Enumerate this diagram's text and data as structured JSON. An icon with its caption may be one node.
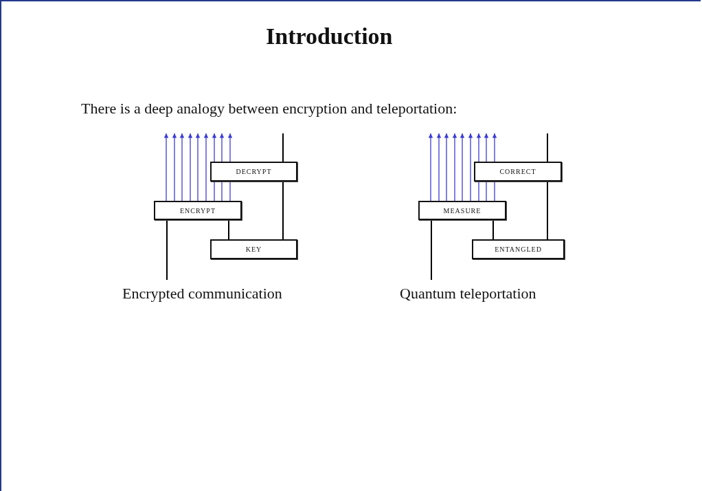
{
  "diagram": {
    "title": "Introduction",
    "nodes": [
      {
        "text": [
          "DECRYPT"
        ]
      },
      {
        "text": [
          "ENCRYPT"
        ]
      },
      {
        "text": [
          "KEY"
        ]
      },
      {
        "text": [
          "CORRECT"
        ]
      },
      {
        "text": [
          "MEASURE"
        ]
      },
      {
        "text": [
          "ENTANGLED"
        ]
      }
    ],
    "edges": [
      {
        "from": 1,
        "to": null,
        "arrow": "to",
        "color": "#3b3bd6"
      },
      {
        "from": 1,
        "to": null,
        "arrow": "to",
        "color": "#3b3bd6"
      },
      {
        "from": 1,
        "to": null,
        "arrow": "to",
        "color": "#3b3bd6"
      },
      {
        "from": 1,
        "to": null,
        "arrow": "to",
        "color": "#3b3bd6"
      },
      {
        "from": 1,
        "to": null,
        "arrow": "to",
        "color": "#3b3bd6"
      },
      {
        "from": 1,
        "to": null,
        "arrow": "to",
        "color": "#3b3bd6"
      },
      {
        "from": 1,
        "to": null,
        "arrow": "to",
        "color": "#3b3bd6"
      },
      {
        "from": 1,
        "to": 0,
        "arrow": "none",
        "color": "#3b3bd6"
      },
      {
        "from": 1,
        "to": 0,
        "arrow": "none",
        "color": "#3b3bd6"
      },
      {
        "from": 0,
        "to": null,
        "arrow": "to",
        "color": "#3b3bd6"
      },
      {
        "from": 0,
        "to": null,
        "arrow": "to",
        "color": "#3b3bd6"
      },
      {
        "from": 1,
        "to": null,
        "arrow": "none",
        "color": "#000000"
      },
      {
        "from": 1,
        "to": 2,
        "arrow": "none",
        "color": "#000000"
      },
      {
        "from": 2,
        "to": 0,
        "arrow": "none",
        "color": "#000000"
      },
      {
        "from": 0,
        "to": null,
        "arrow": "none",
        "color": "#000000"
      },
      {
        "from": 4,
        "to": null,
        "arrow": "to",
        "color": "#3b3bd6"
      },
      {
        "from": 4,
        "to": null,
        "arrow": "to",
        "color": "#3b3bd6"
      },
      {
        "from": 4,
        "to": null,
        "arrow": "to",
        "color": "#3b3bd6"
      },
      {
        "from": 4,
        "to": null,
        "arrow": "to",
        "color": "#3b3bd6"
      },
      {
        "from": 4,
        "to": null,
        "arrow": "to",
        "color": "#3b3bd6"
      },
      {
        "from": 4,
        "to": null,
        "arrow": "to",
        "color": "#3b3bd6"
      },
      {
        "from": 4,
        "to": null,
        "arrow": "to",
        "color": "#3b3bd6"
      },
      {
        "from": 4,
        "to": 3,
        "arrow": "none",
        "color": "#3b3bd6"
      },
      {
        "from": 4,
        "to": 3,
        "arrow": "none",
        "color": "#3b3bd6"
      },
      {
        "from": 3,
        "to": null,
        "arrow": "to",
        "color": "#3b3bd6"
      },
      {
        "from": 3,
        "to": null,
        "arrow": "to",
        "color": "#3b3bd6"
      },
      {
        "from": 4,
        "to": null,
        "arrow": "none",
        "color": "#000000"
      },
      {
        "from": 4,
        "to": 5,
        "arrow": "none",
        "color": "#000000"
      },
      {
        "from": 5,
        "to": 3,
        "arrow": "none",
        "color": "#000000"
      },
      {
        "from": 3,
        "to": null,
        "arrow": "none",
        "color": "#000000"
      }
    ],
    "labels": [
      "There is a deep analogy between encryption and teleportation:",
      "Encrypted communication",
      "Quantum teleportation"
    ]
  }
}
